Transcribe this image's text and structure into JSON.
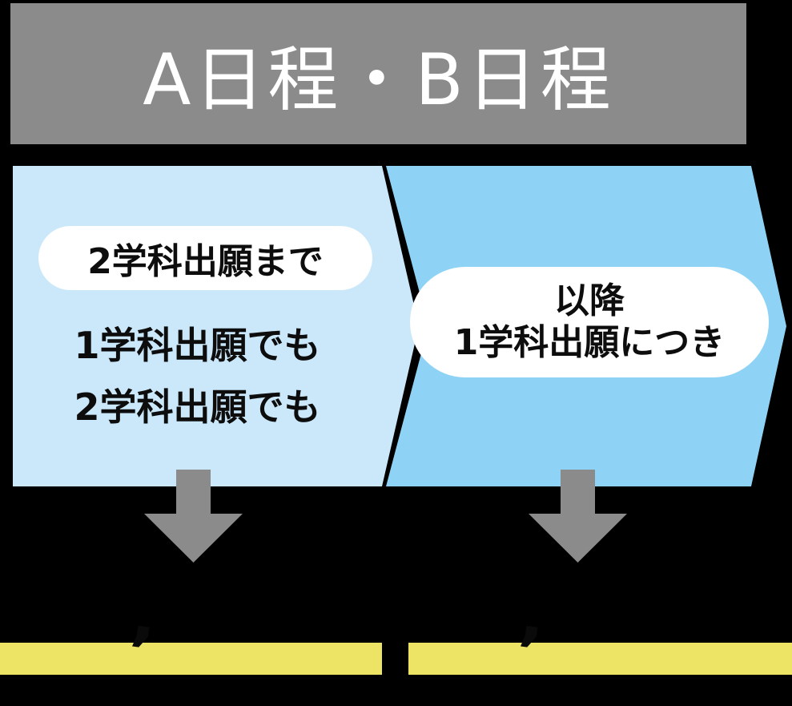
{
  "header": {
    "title": "A日程・B日程"
  },
  "left_panel": {
    "badge": "2学科出願まで",
    "lines": [
      "1学科出願でも",
      "2学科出願でも"
    ]
  },
  "right_panel": {
    "badge_line1": "以降",
    "badge_line2": "1学科出願につき"
  },
  "bottom": {
    "left_comma_fragment": ",",
    "right_comma_fragment": ","
  },
  "icons": {
    "left_arrow": "down-arrow",
    "right_arrow": "down-arrow"
  },
  "colors": {
    "background": "#000000",
    "header_gray": "#8b8b8b",
    "header_text": "#ffffff",
    "left_panel_blue": "#cbe8fa",
    "right_panel_blue": "#8ed3f5",
    "badge_white": "#ffffff",
    "body_text_black": "#0d0d0d",
    "arrow_gray": "#8b8b8b",
    "highlight_yellow": "#ede465"
  }
}
